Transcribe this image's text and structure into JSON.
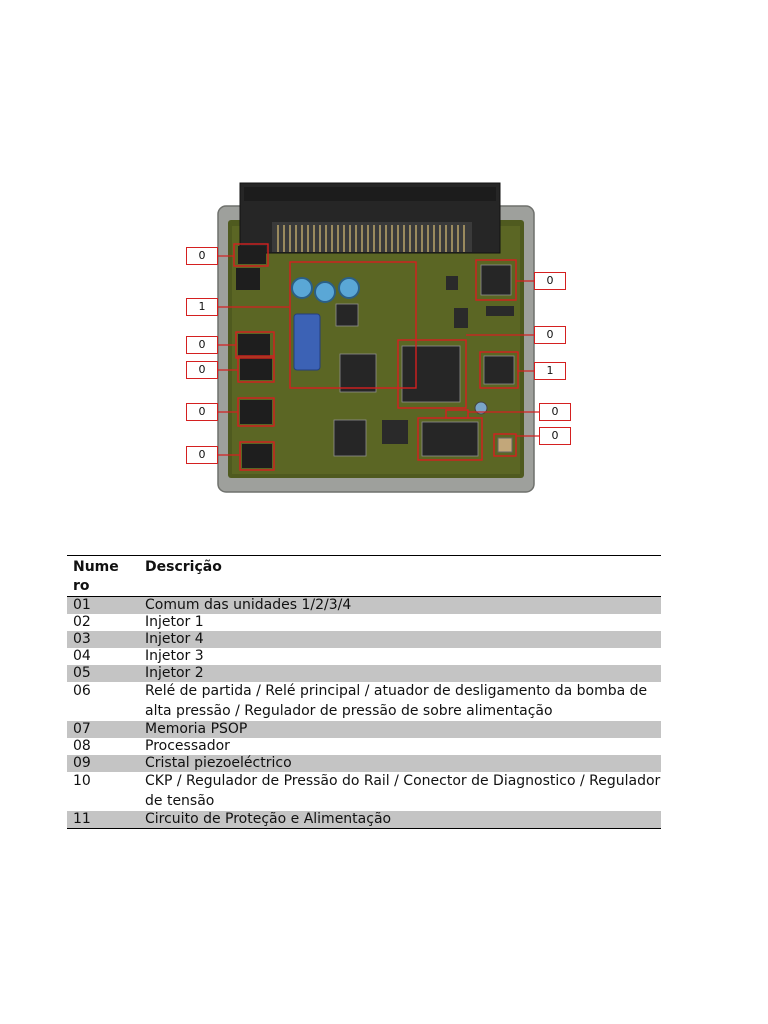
{
  "figure": {
    "callouts_left": [
      "0",
      "1",
      "0",
      "0",
      "0",
      "0"
    ],
    "callouts_right": [
      "0",
      "0",
      "1",
      "0",
      "0"
    ]
  },
  "table": {
    "headers": [
      "Nume ro",
      "Descrição"
    ],
    "rows": [
      {
        "num": "01",
        "desc": "Comum das unidades 1/2/3/4",
        "shaded": true
      },
      {
        "num": "02",
        "desc": "Injetor 1",
        "shaded": false
      },
      {
        "num": "03",
        "desc": "Injetor 4",
        "shaded": true
      },
      {
        "num": "04",
        "desc": "Injetor 3",
        "shaded": false
      },
      {
        "num": "05",
        "desc": "Injetor 2",
        "shaded": true
      },
      {
        "num": "06",
        "desc": "Relé de partida / Relé principal / atuador de desligamento da bomba de alta pressão / Regulador de pressão de sobre alimentação",
        "shaded": false
      },
      {
        "num": "07",
        "desc": "Memoria PSOP",
        "shaded": true
      },
      {
        "num": "08",
        "desc": "Processador",
        "shaded": false
      },
      {
        "num": "09",
        "desc": "Cristal piezoeléctrico",
        "shaded": true
      },
      {
        "num": "10",
        "desc": "CKP / Regulador de Pressão do Rail / Conector de Diagnostico / Regulador de tensão",
        "shaded": false
      },
      {
        "num": "11",
        "desc": "Circuito de Proteção e Alimentação",
        "shaded": true
      }
    ]
  }
}
